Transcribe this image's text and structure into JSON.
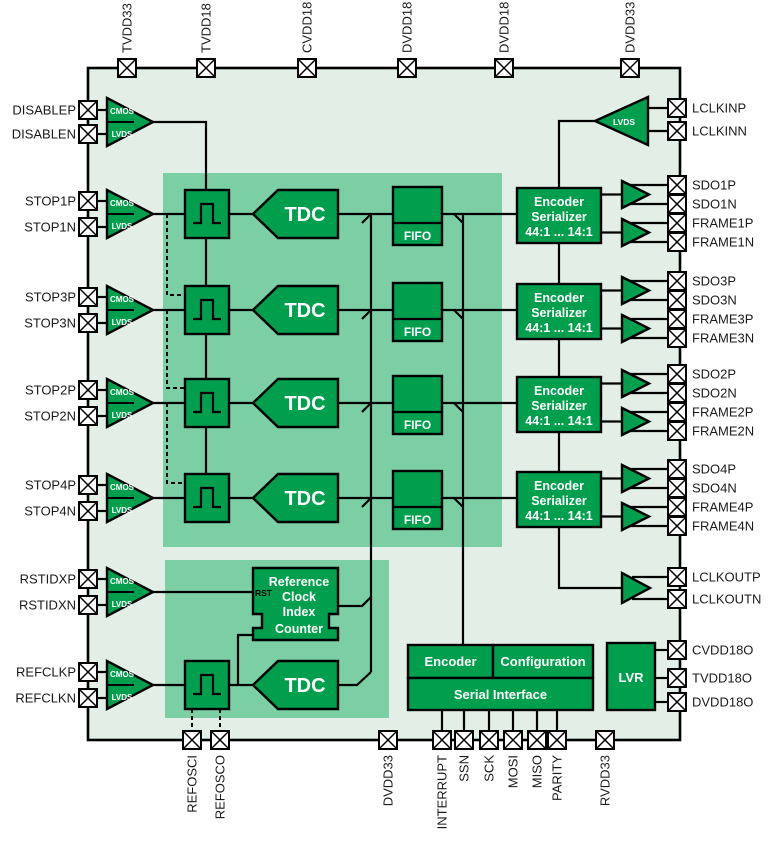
{
  "colors": {
    "block_green": "#009F4D",
    "panel_green": "#7CCFA4",
    "chip_bg": "#E3EFE6",
    "text_dark": "#1A1A1A",
    "text_white": "#FFFFFF"
  },
  "top_pins": [
    {
      "label": "TVDD33"
    },
    {
      "label": "TVDD18"
    },
    {
      "label": "CVDD18"
    },
    {
      "label": "DVDD18"
    },
    {
      "label": "DVDD18"
    },
    {
      "label": "DVDD33"
    }
  ],
  "bottom_pins": [
    {
      "label": "REFOSCI"
    },
    {
      "label": "REFOSCO"
    },
    {
      "label": "DVDD33"
    },
    {
      "label": "INTERRUPT"
    },
    {
      "label": "SSN"
    },
    {
      "label": "SCK"
    },
    {
      "label": "MOSI"
    },
    {
      "label": "MISO"
    },
    {
      "label": "PARITY"
    },
    {
      "label": "RVDD33"
    }
  ],
  "left_pins": [
    {
      "label": "DISABLEP"
    },
    {
      "label": "DISABLEN"
    },
    {
      "label": "STOP1P"
    },
    {
      "label": "STOP1N"
    },
    {
      "label": "STOP3P"
    },
    {
      "label": "STOP3N"
    },
    {
      "label": "STOP2P"
    },
    {
      "label": "STOP2N"
    },
    {
      "label": "STOP4P"
    },
    {
      "label": "STOP4N"
    },
    {
      "label": "RSTIDXP"
    },
    {
      "label": "RSTIDXN"
    },
    {
      "label": "REFCLKP"
    },
    {
      "label": "REFCLKN"
    }
  ],
  "right_pins": [
    {
      "label": "LCLKINP"
    },
    {
      "label": "LCLKINN"
    },
    {
      "label": "SDO1P"
    },
    {
      "label": "SDO1N"
    },
    {
      "label": "FRAME1P"
    },
    {
      "label": "FRAME1N"
    },
    {
      "label": "SDO3P"
    },
    {
      "label": "SDO3N"
    },
    {
      "label": "FRAME3P"
    },
    {
      "label": "FRAME3N"
    },
    {
      "label": "SDO2P"
    },
    {
      "label": "SDO2N"
    },
    {
      "label": "FRAME2P"
    },
    {
      "label": "FRAME2N"
    },
    {
      "label": "SDO4P"
    },
    {
      "label": "SDO4N"
    },
    {
      "label": "FRAME4P"
    },
    {
      "label": "FRAME4N"
    },
    {
      "label": "LCLKOUTP"
    },
    {
      "label": "LCLKOUTN"
    },
    {
      "label": "CVDD18O"
    },
    {
      "label": "TVDD18O"
    },
    {
      "label": "DVDD18O"
    }
  ],
  "buffer_labels": {
    "cmos": "CMOS",
    "lvds": "LVDS"
  },
  "blocks": {
    "tdc": "TDC",
    "fifo": "FIFO",
    "enc_ser_line1": "Encoder",
    "enc_ser_line2": "Serializer",
    "enc_ser_line3": "44:1 ... 14:1",
    "counter_line1": "Reference",
    "counter_line2": "Clock",
    "counter_line3": "Index",
    "counter_line4": "Counter",
    "rst": "RST",
    "encoder": "Encoder",
    "configuration": "Configuration",
    "serial_interface": "Serial Interface",
    "lvr": "LVR"
  }
}
